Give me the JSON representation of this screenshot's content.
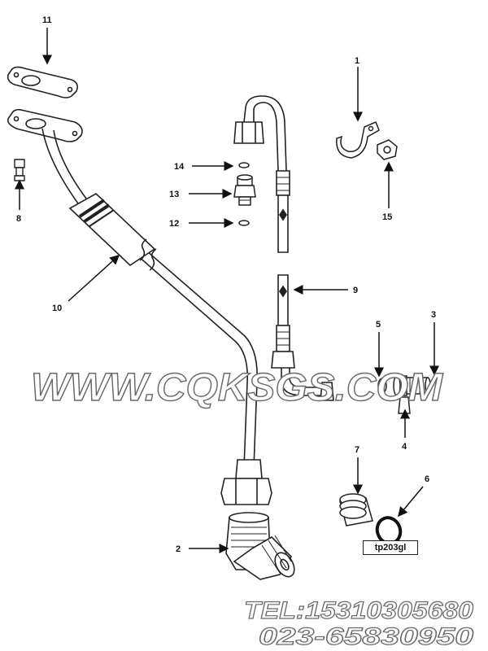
{
  "callouts": [
    {
      "id": "1",
      "label": "1"
    },
    {
      "id": "2",
      "label": "2"
    },
    {
      "id": "3",
      "label": "3"
    },
    {
      "id": "4",
      "label": "4"
    },
    {
      "id": "5",
      "label": "5"
    },
    {
      "id": "6",
      "label": "6"
    },
    {
      "id": "7",
      "label": "7"
    },
    {
      "id": "8",
      "label": "8"
    },
    {
      "id": "9",
      "label": "9"
    },
    {
      "id": "10",
      "label": "10"
    },
    {
      "id": "11",
      "label": "11"
    },
    {
      "id": "12",
      "label": "12"
    },
    {
      "id": "13",
      "label": "13"
    },
    {
      "id": "14",
      "label": "14"
    },
    {
      "id": "15",
      "label": "15"
    }
  ],
  "diagram_code": "tp203gl",
  "watermark": {
    "site": "WWW.CQKSGS.COM",
    "tel": "TEL:15310305680",
    "phone2": "023-65830950"
  },
  "colors": {
    "line": "#222222",
    "watermark_fill": "#ffffff",
    "watermark_stroke": "#6a6a6a"
  }
}
